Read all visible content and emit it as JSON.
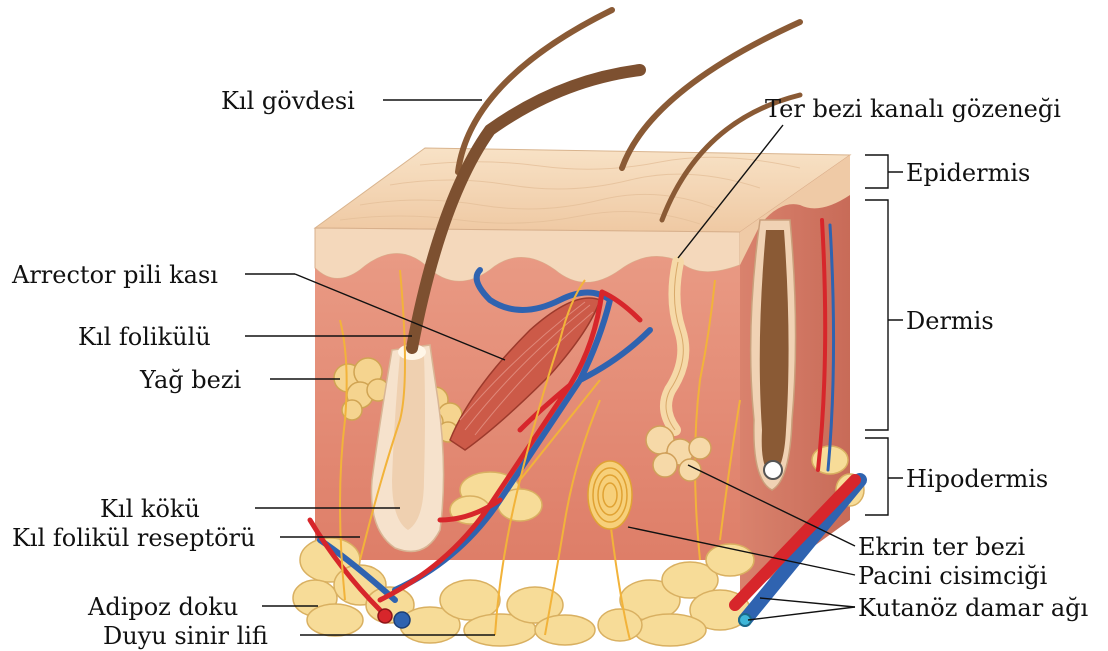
{
  "labels": {
    "hair_shaft": "Kıl gövdesi",
    "sweat_pore": "Ter bezi kanalı gözeneği",
    "epidermis": "Epidermis",
    "dermis": "Dermis",
    "hypodermis": "Hipodermis",
    "arrector_pili": "Arrector pili kası",
    "hair_follicle": "Kıl folikülü",
    "sebaceous_gland": "Yağ bezi",
    "hair_root": "Kıl kökü",
    "follicle_receptor": "Kıl folikül reseptörü",
    "adipose": "Adipoz doku",
    "sensory_nerve": "Duyu sinir lifi",
    "eccrine_gland": "Ekrin ter bezi",
    "pacinian": "Pacini cisimciği",
    "vascular": "Kutanöz damar ağı"
  },
  "colors": {
    "epidermis_top": "#f6dcbc",
    "dermis": "#e58d77",
    "dermis_dark": "#cf6f5c",
    "hypodermis_fat": "#f7dc98",
    "hair": "#8a5a35",
    "artery": "#d7262b",
    "vein": "#2f63b0",
    "nerve": "#f2b33a",
    "muscle": "#c94a3c"
  }
}
